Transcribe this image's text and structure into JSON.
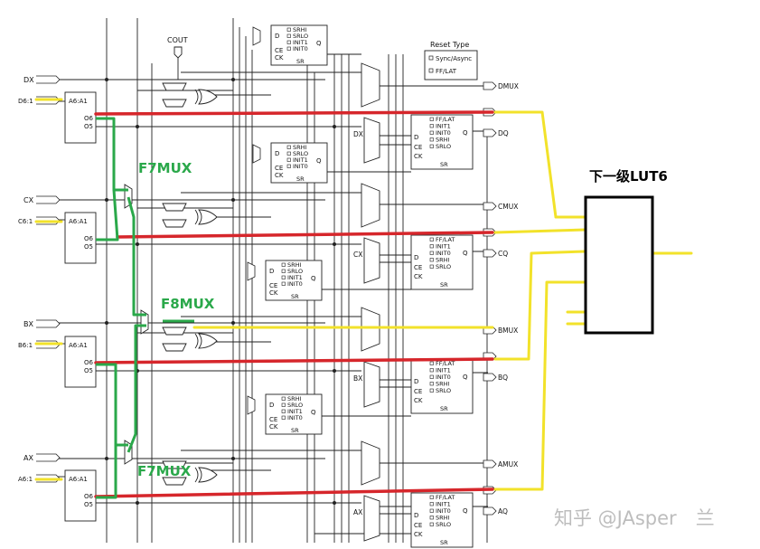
{
  "reset_type": {
    "title": "Reset Type",
    "options": [
      "Sync/Async",
      "FF/LAT"
    ]
  },
  "carry_out_label": "COUT",
  "slices": [
    {
      "in_x": "DX",
      "in_addr": "D6:1",
      "lut": "A6:A1",
      "o6": "O6",
      "o5": "O5",
      "mux_out": "DMUX",
      "x_mux_label": "DX",
      "ff_out": "DQ",
      "top_ff": [
        "SRHI",
        "SRLO",
        "INIT1",
        "INIT0"
      ],
      "side_ff": [
        "FF/LAT",
        "INIT1",
        "INIT0",
        "SRHI",
        "SRLO"
      ]
    },
    {
      "in_x": "CX",
      "in_addr": "C6:1",
      "lut": "A6:A1",
      "o6": "O6",
      "o5": "O5",
      "mux_out": "CMUX",
      "x_mux_label": "CX",
      "ff_out": "CQ",
      "top_ff": [
        "SRHI",
        "SRLO",
        "INIT1",
        "INIT0"
      ],
      "side_ff": [
        "FF/LAT",
        "INIT1",
        "INIT0",
        "SRHI",
        "SRLO"
      ]
    },
    {
      "in_x": "BX",
      "in_addr": "B6:1",
      "lut": "A6:A1",
      "o6": "O6",
      "o5": "O5",
      "mux_out": "BMUX",
      "x_mux_label": "BX",
      "ff_out": "BQ",
      "top_ff": [
        "SRHI",
        "SRLO",
        "INIT1",
        "INIT0"
      ],
      "side_ff": [
        "FF/LAT",
        "INIT1",
        "INIT0",
        "SRHI",
        "SRLO"
      ]
    },
    {
      "in_x": "AX",
      "in_addr": "A6:1",
      "lut": "A6:A1",
      "o6": "O6",
      "o5": "O5",
      "mux_out": "AMUX",
      "x_mux_label": "AX",
      "ff_out": "AQ",
      "top_ff": [
        "SRHI",
        "SRLO",
        "INIT1",
        "INIT0"
      ],
      "side_ff": [
        "FF/LAT",
        "INIT1",
        "INIT0",
        "SRHI",
        "SRLO"
      ]
    }
  ],
  "ff_pins": {
    "d": "D",
    "ce": "CE",
    "ck": "CK",
    "q": "Q",
    "sr": "SR"
  },
  "annotations": {
    "f7mux_top": "F7MUX",
    "f8mux": "F8MUX",
    "f7mux_bottom": "F7MUX",
    "next_lut": "下一级LUT6"
  },
  "watermark": "知乎 @JAsper　兰",
  "colors": {
    "line": "#222222",
    "red": "#d6262b",
    "green": "#2aa84a",
    "yellow": "#f2e22a"
  }
}
